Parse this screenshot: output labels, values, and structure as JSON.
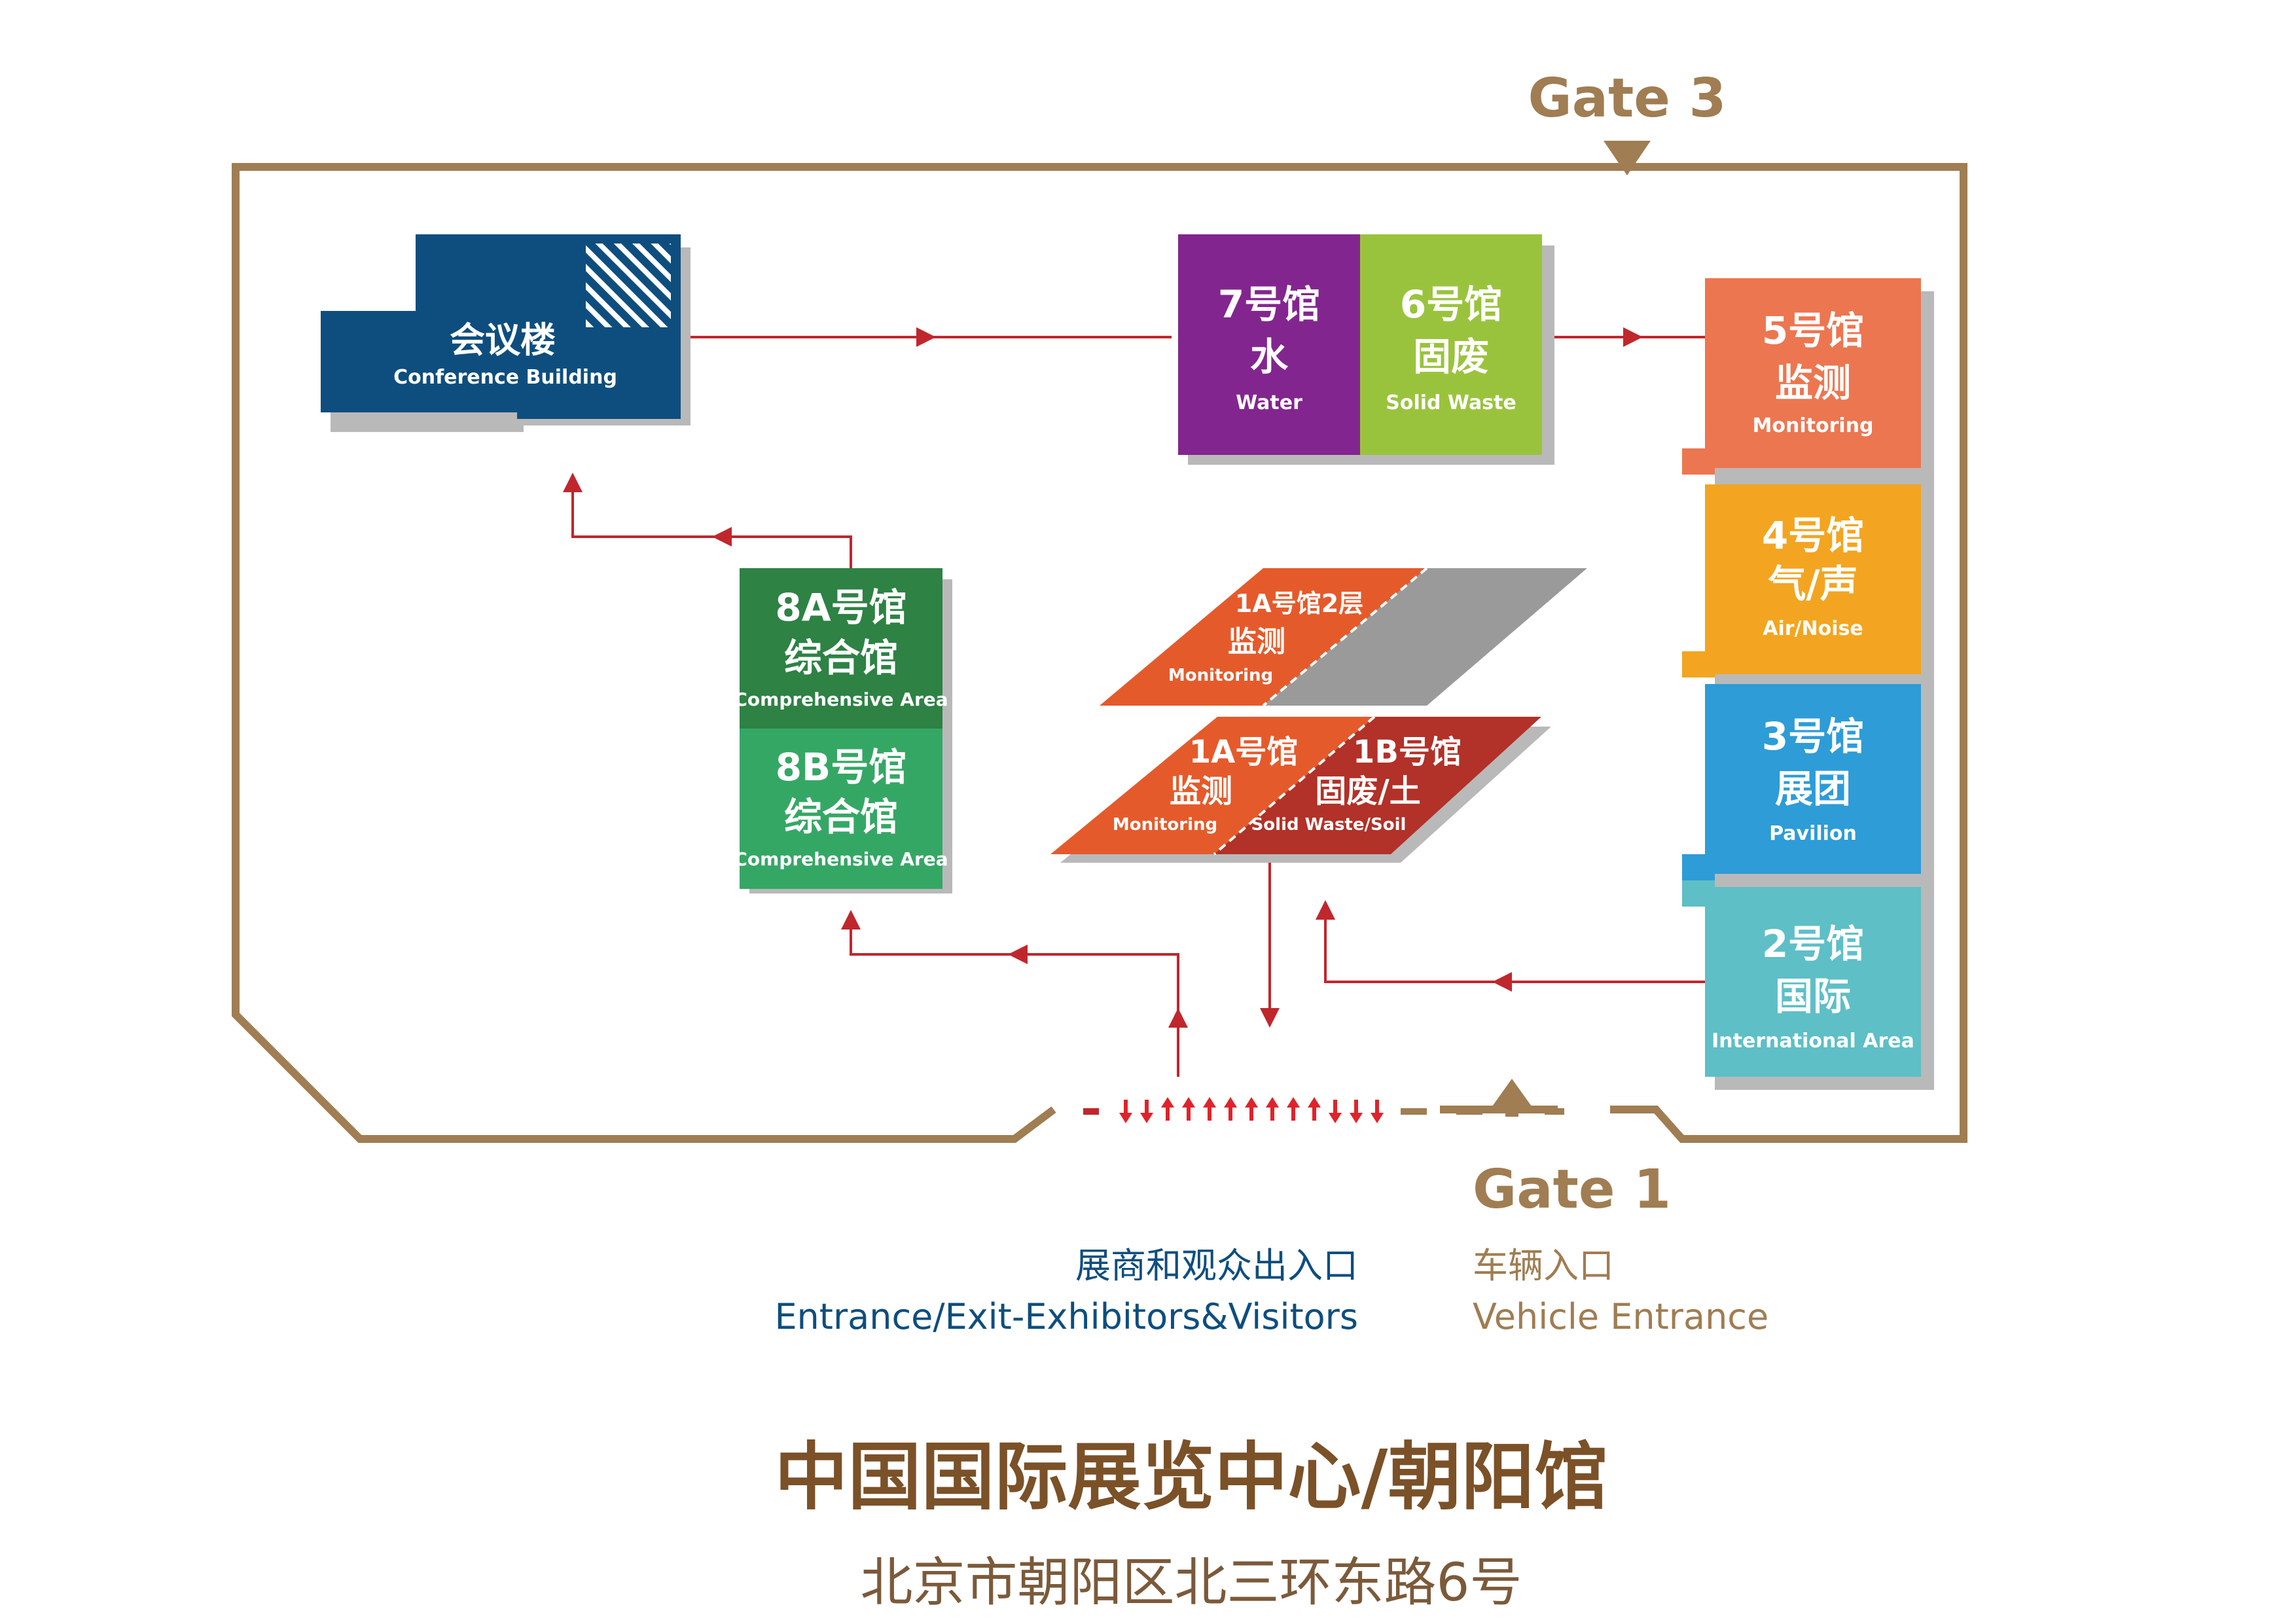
{
  "gates": {
    "gate3": "Gate 3",
    "gate1": "Gate 1"
  },
  "buildings": {
    "conference": {
      "cn": "会议楼",
      "en": "Conference Building"
    },
    "hall7": {
      "cn1": "7号馆",
      "cn2": "水",
      "en": "Water"
    },
    "hall6": {
      "cn1": "6号馆",
      "cn2": "固废",
      "en": "Solid Waste"
    },
    "hall5": {
      "cn1": "5号馆",
      "cn2": "监测",
      "en": "Monitoring"
    },
    "hall4": {
      "cn1": "4号馆",
      "cn2": "气/声",
      "en": "Air/Noise"
    },
    "hall3": {
      "cn1": "3号馆",
      "cn2": "展团",
      "en": "Pavilion"
    },
    "hall2": {
      "cn1": "2号馆",
      "cn2": "国际",
      "en": "International Area"
    },
    "hall8a": {
      "cn1": "8A号馆",
      "cn2": "综合馆",
      "en": "Comprehensive Area"
    },
    "hall8b": {
      "cn1": "8B号馆",
      "cn2": "综合馆",
      "en": "Comprehensive Area"
    },
    "hall1a2": {
      "cn1": "1A号馆2层",
      "cn2": "监测",
      "en": "Monitoring"
    },
    "hall1a": {
      "cn1": "1A号馆",
      "cn2": "监测",
      "en": "Monitoring"
    },
    "hall1b": {
      "cn1": "1B号馆",
      "cn2": "固废/土",
      "en": "Solid Waste/Soil"
    }
  },
  "entrance": {
    "cn": "展商和观众出入口",
    "en": "Entrance/Exit-Exhibitors&Visitors"
  },
  "vehicle": {
    "cn": "车辆入口",
    "en": "Vehicle Entrance"
  },
  "footer": {
    "title": "中国国际展览中心/朝阳馆",
    "address": "北京市朝阳区北三环东路6号"
  },
  "colors": {
    "frame": "#a07d52",
    "route": "#c0272d",
    "conference": "#0e4e7e",
    "hall7": "#83258f",
    "hall6": "#9ac33d",
    "hall5": "#ec7650",
    "hall4": "#f3a521",
    "hall3": "#2d9cd7",
    "hall2": "#5ebfc6",
    "hall8a": "#2d8244",
    "hall8b": "#35a765",
    "hall1a": "#e55a2b",
    "hall1b": "#b23128",
    "upper_grey": "#9a9a9a",
    "entrance_text": "#0e4e7e",
    "footer_title": "#7b5128",
    "footer_address": "#7b5a3a"
  }
}
